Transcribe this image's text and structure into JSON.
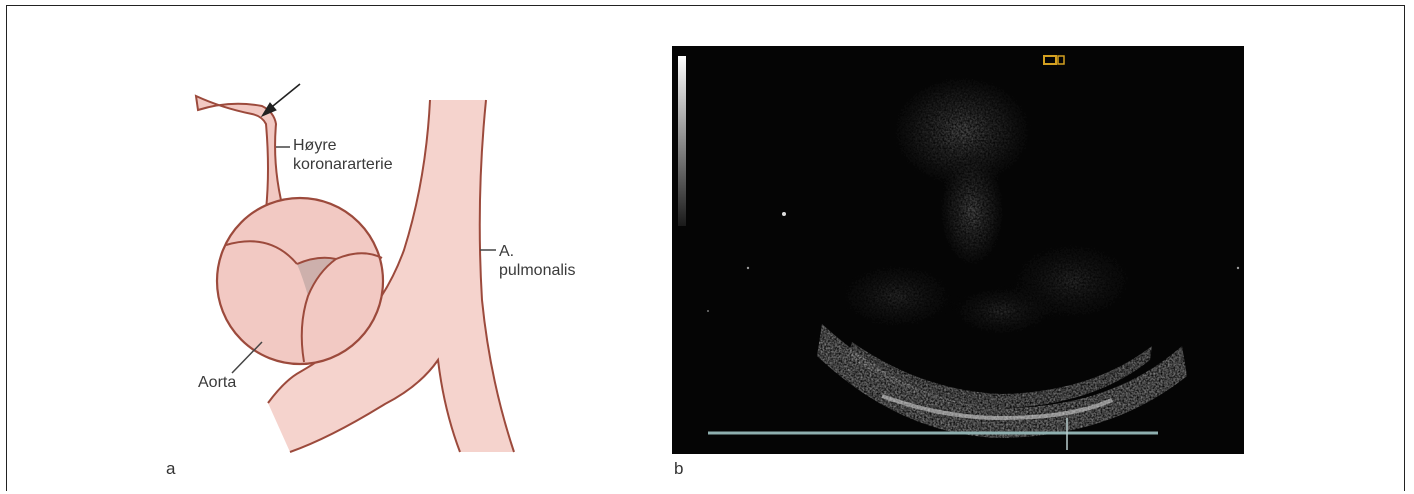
{
  "panel_a": {
    "letter": "a",
    "labels": {
      "right_coronary_line1": "Høyre",
      "right_coronary_line2": "koronararterie",
      "pulmonary_line1": "A.",
      "pulmonary_line2": "pulmonalis",
      "aorta": "Aorta"
    }
  },
  "panel_b": {
    "letter": "b"
  },
  "colors": {
    "vessel_fill": "#f2c9c3",
    "vessel_stroke": "#9c4a3c",
    "echo_bg": "#050505",
    "scale_bar": "#8fb0b0",
    "marker": "#d4a020"
  }
}
